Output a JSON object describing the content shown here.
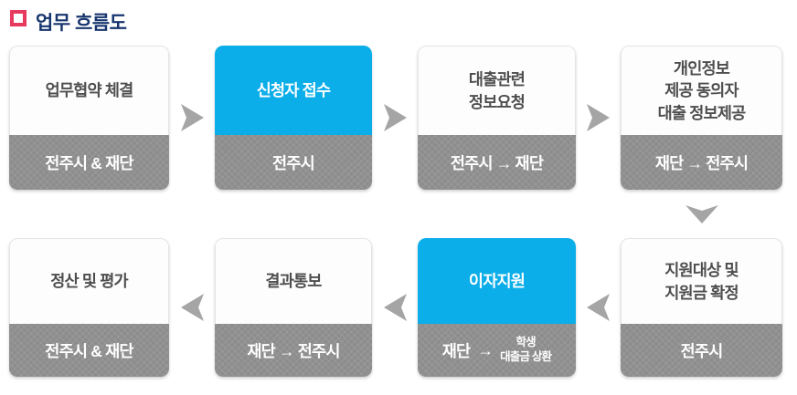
{
  "title": {
    "bullet_icon": "red-outline-square",
    "text": "업무 흐름도"
  },
  "colors": {
    "highlight_blue": "#0baee9",
    "footer_gray": "#8d8d8d",
    "title_navy": "#17356e",
    "bullet_red": "#e83a5e",
    "arrow_gray": "#a5a5a5",
    "box_text_gray": "#4e4e4e"
  },
  "flow": {
    "top_row": [
      {
        "main_lines": [
          "업무협약 체결"
        ],
        "footer": "전주시 & 재단",
        "highlight": false
      },
      {
        "main_lines": [
          "신청자 접수"
        ],
        "footer": "전주시",
        "highlight": true
      },
      {
        "main_lines": [
          "대출관련",
          "정보요청"
        ],
        "footer": "전주시 → 재단",
        "highlight": false
      },
      {
        "main_lines": [
          "개인정보",
          "제공 동의자",
          "대출 정보제공"
        ],
        "footer": "재단 → 전주시",
        "highlight": false
      }
    ],
    "bottom_row": [
      {
        "main_lines": [
          "정산 및 평가"
        ],
        "footer": "전주시 & 재단",
        "highlight": false
      },
      {
        "main_lines": [
          "결과통보"
        ],
        "footer": "재단 → 전주시",
        "highlight": false
      },
      {
        "main_lines": [
          "이자지원"
        ],
        "footer_prefix": "재단",
        "footer_arrow": "→",
        "footer_stacked": [
          "학생",
          "대출금 상환"
        ],
        "highlight": true
      },
      {
        "main_lines": [
          "지원대상 및",
          "지원금 확정"
        ],
        "footer": "전주시",
        "highlight": false
      }
    ],
    "top_row_direction": "right",
    "bottom_row_direction": "left",
    "connector_direction": "down"
  }
}
